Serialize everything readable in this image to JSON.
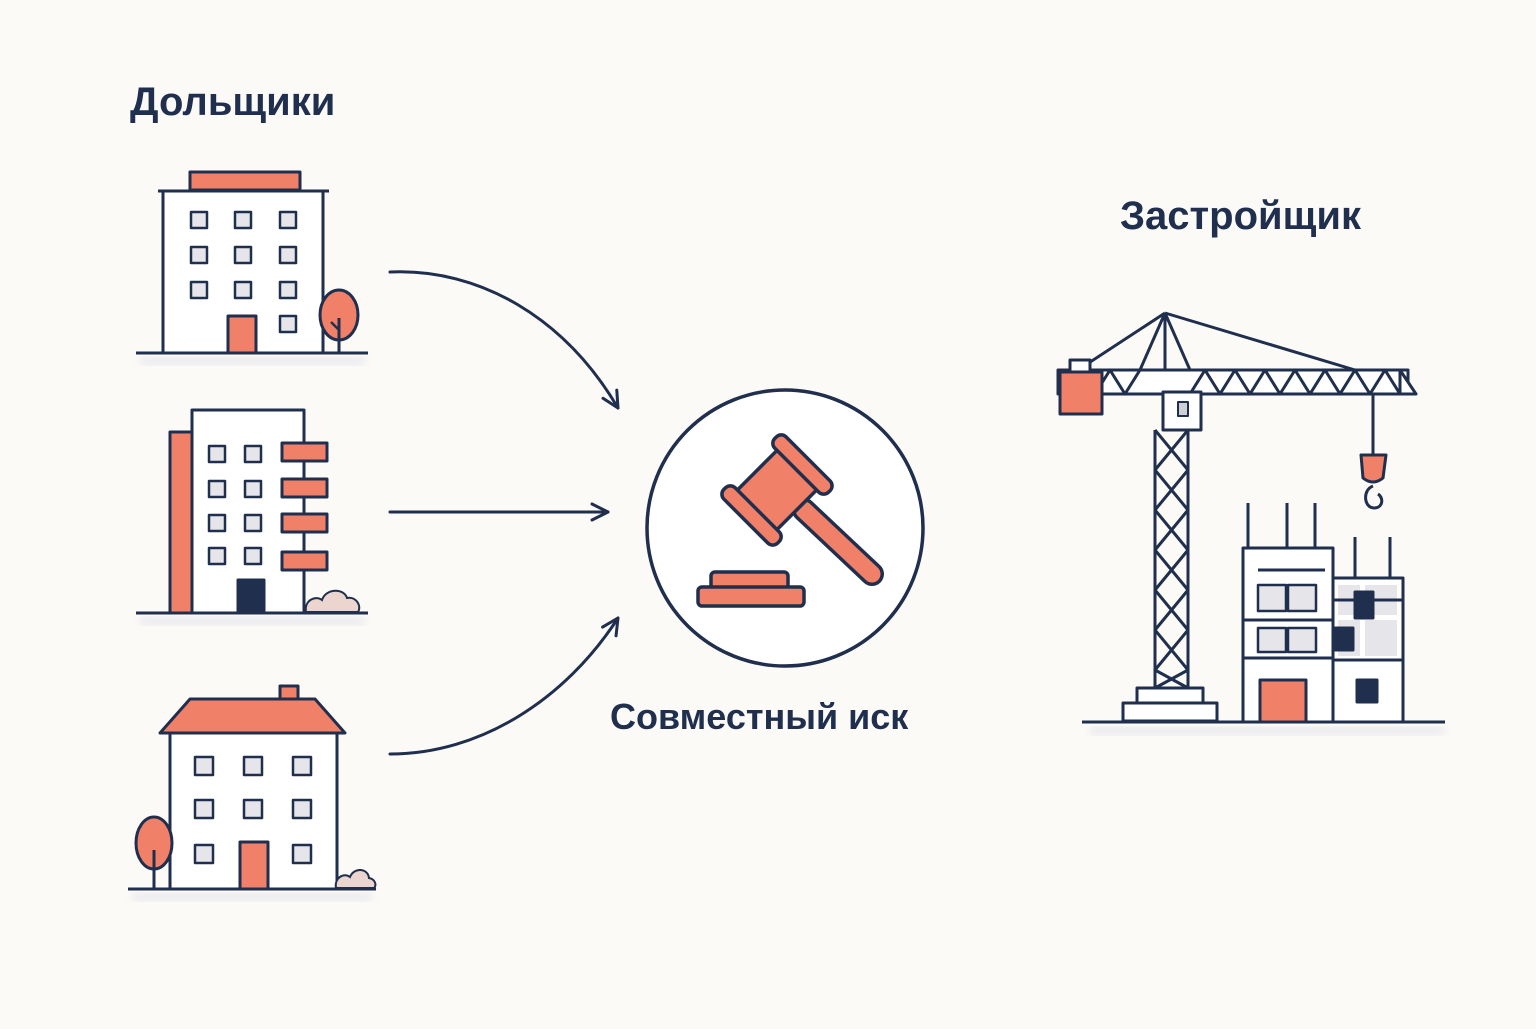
{
  "labels": {
    "left_group": "Дольщики",
    "right_group": "Застройщик",
    "center": "Совместный иск"
  },
  "colors": {
    "ink": "#1f2f4d",
    "accent": "#f08068",
    "window_fill": "#e6e6ea",
    "cloud": "#ecd5cf",
    "background": "#fbfaf7"
  },
  "icons": [
    "apartment-building-icon",
    "balcony-building-icon",
    "house-icon",
    "gavel-icon",
    "tower-crane-icon",
    "construction-building-icon",
    "arrow-icon",
    "tree-icon"
  ]
}
